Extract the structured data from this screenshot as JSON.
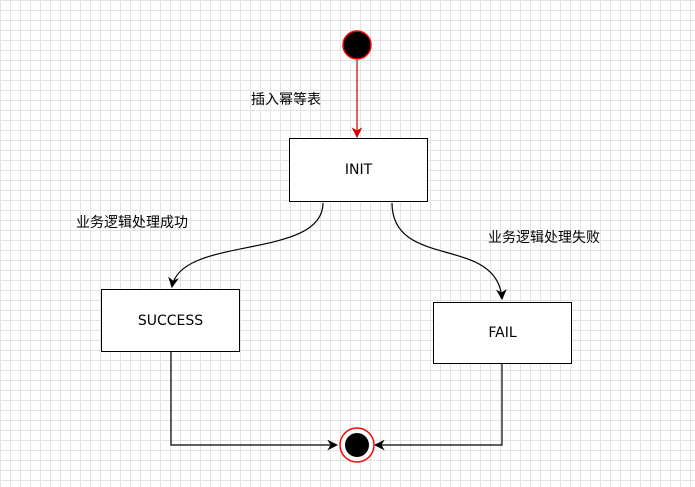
{
  "diagram": {
    "nodes": {
      "init": "INIT",
      "success": "SUCCESS",
      "fail": "FAIL"
    },
    "edges": {
      "start_to_init": "插入幂等表",
      "init_to_success": "业务逻辑处理成功",
      "init_to_fail": "业务逻辑处理失败"
    },
    "colors": {
      "start_edge": "#cc0000",
      "end_ring": "#ff0000",
      "line": "#000000"
    }
  }
}
